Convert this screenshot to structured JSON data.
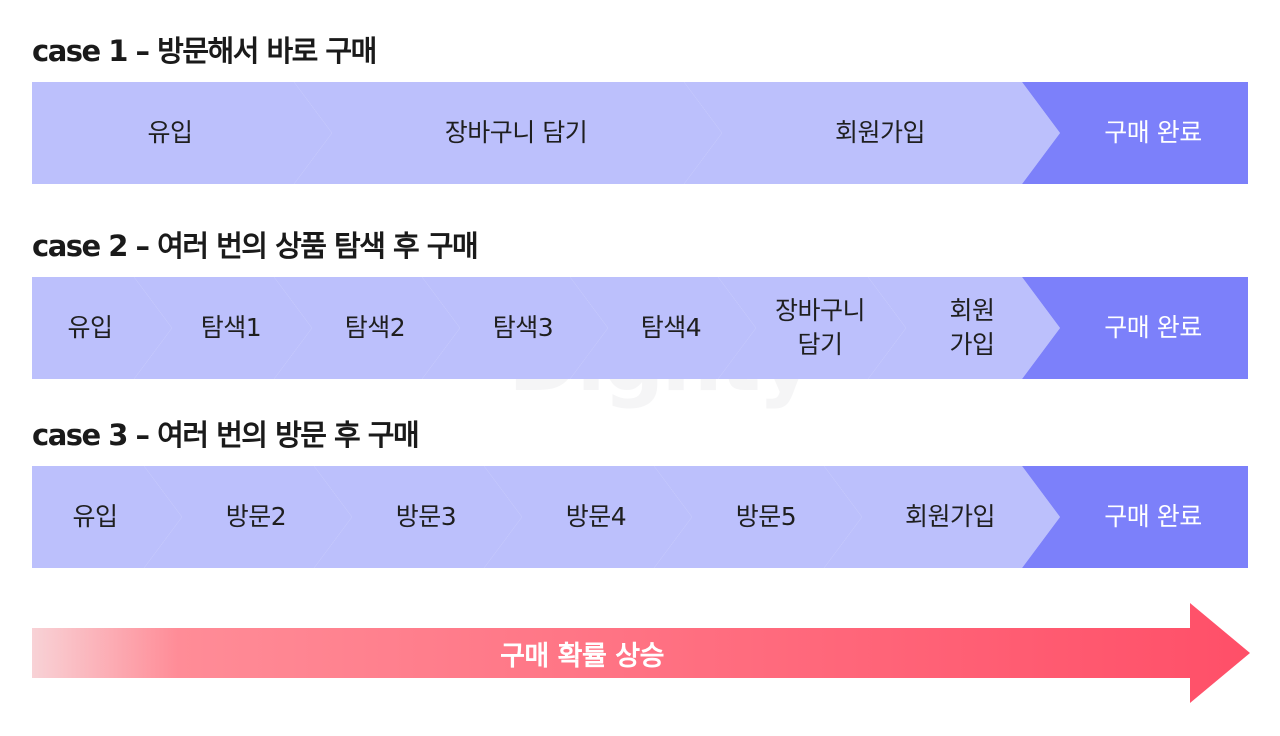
{
  "cases": [
    {
      "title": "case 1 – 방문해서 바로 구매",
      "steps": [
        {
          "label": "유입"
        },
        {
          "label": "장바구니 담기"
        },
        {
          "label": "회원가입"
        },
        {
          "label": "구매 완료",
          "final": true
        }
      ]
    },
    {
      "title": "case 2 – 여러 번의 상품 탐색 후 구매",
      "steps": [
        {
          "label": "유입"
        },
        {
          "label": "탐색1"
        },
        {
          "label": "탐색2"
        },
        {
          "label": "탐색3"
        },
        {
          "label": "탐색4"
        },
        {
          "label": "장바구니\n담기"
        },
        {
          "label": "회원\n가입"
        },
        {
          "label": "구매 완료",
          "final": true
        }
      ]
    },
    {
      "title": "case 3 – 여러 번의 방문 후 구매",
      "steps": [
        {
          "label": "유입"
        },
        {
          "label": "방문2"
        },
        {
          "label": "방문3"
        },
        {
          "label": "방문4"
        },
        {
          "label": "방문5"
        },
        {
          "label": "회원가입"
        },
        {
          "label": "구매 완료",
          "final": true
        }
      ]
    }
  ],
  "probability_arrow": {
    "label": "구매 확률 상승",
    "gradient_start": "#f8d2d6",
    "gradient_mid": "#ff8c97",
    "gradient_end": "#ff4f68"
  },
  "watermark": "Dighty",
  "colors": {
    "step": "#bcc0fc",
    "final_step": "#7c80fa"
  }
}
